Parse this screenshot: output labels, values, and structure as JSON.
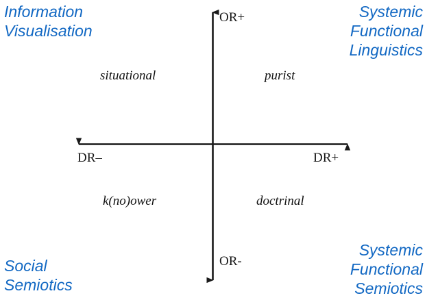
{
  "diagram": {
    "title": "Orientation / Disciplinary-Relation quadrant diagram",
    "accent_color": "#1268c3",
    "axis_color": "#1a1a1a",
    "background_color": "#ffffff"
  },
  "axes": {
    "vertical": {
      "name": "OR",
      "positive_label": "OR+",
      "negative_label": "OR-"
    },
    "horizontal": {
      "name": "DR",
      "negative_label": "DR–",
      "positive_label": "DR+"
    }
  },
  "quadrant_terms": {
    "top_left": "situational",
    "top_right": "purist",
    "bottom_left": "k(no)ower",
    "bottom_right": "doctrinal"
  },
  "corner_labels": {
    "top_left": [
      "Information",
      "Visualisation"
    ],
    "top_right": [
      "Systemic",
      "Functional",
      "Linguistics"
    ],
    "bottom_left": [
      "Social",
      "Semiotics"
    ],
    "bottom_right": [
      "Systemic",
      "Functional",
      "Semiotics"
    ]
  },
  "chart_data": {
    "type": "scatter",
    "title": "",
    "xlabel": "DR",
    "ylabel": "OR",
    "xlim": [
      -1,
      1
    ],
    "ylim": [
      -1,
      1
    ],
    "grid": false,
    "legend": "none",
    "annotations": [
      {
        "text": "situational",
        "x": -0.45,
        "y": 0.52,
        "quadrant": "top-left"
      },
      {
        "text": "purist",
        "x": 0.4,
        "y": 0.52,
        "quadrant": "top-right"
      },
      {
        "text": "k(no)ower",
        "x": -0.43,
        "y": -0.37,
        "quadrant": "bottom-left"
      },
      {
        "text": "doctrinal",
        "x": 0.38,
        "y": -0.37,
        "quadrant": "bottom-right"
      },
      {
        "text": "Information Visualisation",
        "x": -0.98,
        "y": 0.97,
        "quadrant": "top-left"
      },
      {
        "text": "Systemic Functional Linguistics",
        "x": 0.98,
        "y": 0.97,
        "quadrant": "top-right"
      },
      {
        "text": "Social Semiotics",
        "x": -0.98,
        "y": -0.97,
        "quadrant": "bottom-left"
      },
      {
        "text": "Systemic Functional Semiotics",
        "x": 0.98,
        "y": -0.97,
        "quadrant": "bottom-right"
      }
    ],
    "axis_tick_labels": {
      "top": "OR+",
      "bottom": "OR-",
      "left": "DR–",
      "right": "DR+"
    }
  }
}
